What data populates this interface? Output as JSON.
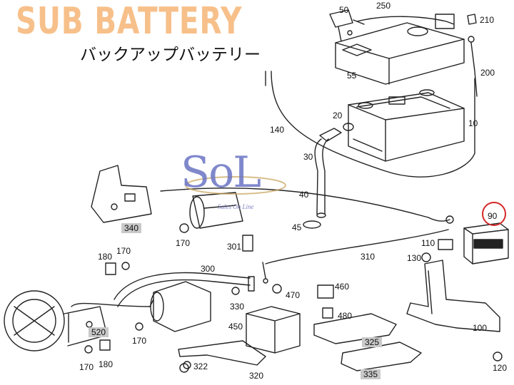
{
  "header": {
    "title": "SUB BATTERY",
    "subtitle": "バックアップバッテリー"
  },
  "watermark": {
    "logo_text": "SoL",
    "tagline": "Sales On Line"
  },
  "labels": {
    "p10": "10",
    "p20": "20",
    "p30": "30",
    "p40": "40",
    "p45": "45",
    "p50": "50",
    "p55": "55",
    "p90": "90",
    "p100": "100",
    "p110": "110",
    "p120": "120",
    "p130": "130",
    "p140": "140",
    "p170a": "170",
    "p170b": "170",
    "p170c": "170",
    "p170d": "170",
    "p180a": "180",
    "p180b": "180",
    "p200": "200",
    "p210": "210",
    "p250": "250",
    "p300": "300",
    "p301": "301",
    "p310": "310",
    "p320": "320",
    "p322": "322",
    "p325": "325",
    "p330": "330",
    "p335": "335",
    "p340": "340",
    "p450": "450",
    "p460": "460",
    "p470": "470",
    "p480": "480",
    "p520": "520"
  },
  "highlight": {
    "label": "90",
    "color": "#d62828"
  }
}
